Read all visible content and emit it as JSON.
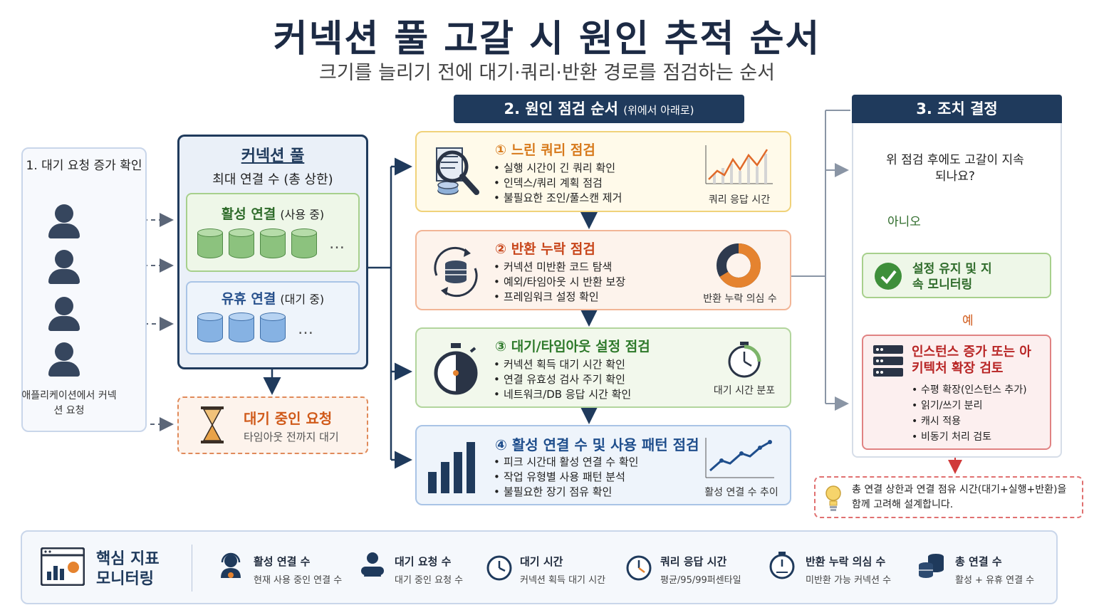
{
  "title": "커넥션 풀 고갈 시 원인 추적 순서",
  "subtitle": "크기를 늘리기 전에 대기·쿼리·반환 경로를 점검하는 순서",
  "users": {
    "title": "1. 대기 요청 증가 확인",
    "caption": "애플리케이션에서 커넥션 요청"
  },
  "pool": {
    "title": "커넥션 풀",
    "subtitle": "최대 연결 수 (총 상한)",
    "active_label": "활성 연결",
    "active_note": "(사용 중)",
    "idle_label": "유휴 연결",
    "idle_note": "(대기 중)",
    "ellipsis": "…"
  },
  "waiting": {
    "title": "대기 중인 요청",
    "subtitle": "타임아웃 전까지 대기"
  },
  "steps_header": {
    "label": "2. 원인 점검 순서",
    "note": "(위에서 아래로)"
  },
  "steps": [
    {
      "title": "① 느린 쿼리 점검",
      "items": [
        "실행 시간이 긴 쿼리 확인",
        "인덱스/쿼리 계획 점검",
        "불필요한 조인/풀스캔 제거"
      ],
      "metric": "쿼리 응답 시간"
    },
    {
      "title": "② 반환 누락 점검",
      "items": [
        "커넥션 미반환 코드 탐색",
        "예외/타임아웃 시 반환 보장",
        "프레임워크 설정 확인"
      ],
      "metric": "반환 누락 의심 수"
    },
    {
      "title": "③ 대기/타임아웃 설정 점검",
      "items": [
        "커넥션 획득 대기 시간 확인",
        "연결 유효성 검사 주기 확인",
        "네트워크/DB 응답 시간 확인"
      ],
      "metric": "대기 시간 분포"
    },
    {
      "title": "④ 활성 연결 수 및 사용 패턴 점검",
      "items": [
        "피크 시간대 활성 연결 수 확인",
        "작업 유형별 사용 패턴 분석",
        "불필요한 장기 점유 확인"
      ],
      "metric": "활성 연결 수 추이"
    }
  ],
  "action": {
    "header": "3. 조치 결정",
    "question": "위 점검 후에도 고갈이 지속되나요?",
    "no_label": "아니오",
    "yes_label": "예",
    "keep": "설정 유지 및 지속 모니터링",
    "scale_title": "인스턴스 증가 또는 아키텍처 확장 검토",
    "scale_items": [
      "수평 확장(인스턴스 추가)",
      "읽기/쓰기 분리",
      "캐시 적용",
      "비동기 처리 검토"
    ],
    "note": "총 연결 상한과 연결 점유 시간(대기+실행+반환)을 함께 고려해 설계합니다."
  },
  "kpi": {
    "title": "핵심 지표 모니터링",
    "items": [
      {
        "label": "활성 연결 수",
        "desc": "현재 사용 중인 연결 수",
        "icon": "user-headset-icon"
      },
      {
        "label": "대기 요청 수",
        "desc": "대기 중인 요청 수",
        "icon": "users-icon"
      },
      {
        "label": "대기 시간",
        "desc": "커넥션 획득 대기 시간",
        "icon": "clock-icon"
      },
      {
        "label": "쿼리 응답 시간",
        "desc": "평균/95/99퍼센타일",
        "icon": "clock-icon"
      },
      {
        "label": "반환 누락 의심 수",
        "desc": "미반환 가능 커넥션 수",
        "icon": "timer-icon"
      },
      {
        "label": "총 연결 수",
        "desc": "활성 + 유휴 연결 수",
        "icon": "database-icon"
      }
    ]
  },
  "colors": {
    "navy": "#1f3a5c",
    "green": "#2e6b2a",
    "orange": "#d05a1a",
    "red": "#b82525"
  }
}
